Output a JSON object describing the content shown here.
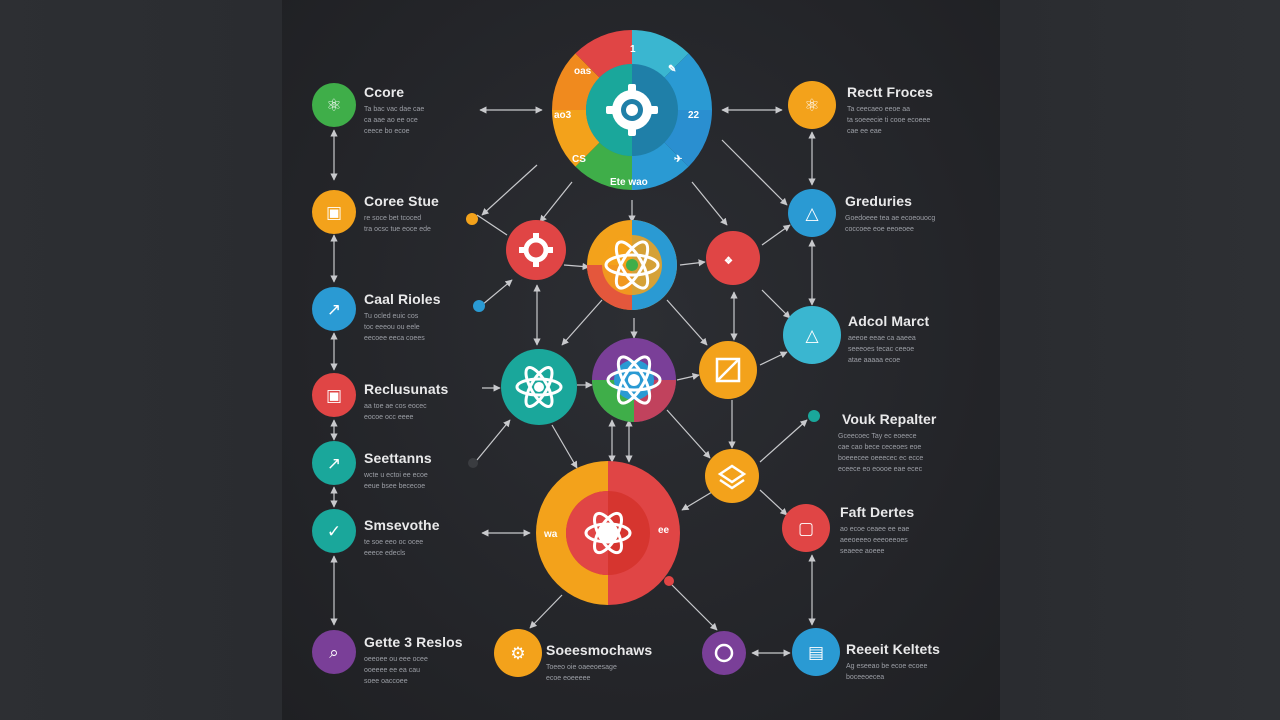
{
  "colors": {
    "red": "#e04545",
    "orange": "#f3a21b",
    "blue": "#2a9ad3",
    "teal": "#1aa79b",
    "green": "#3fae49",
    "purple": "#7a3f98",
    "cyan": "#3ab6d0",
    "arrow": "#c8c9cc"
  },
  "top_wheel": {
    "labels": [
      "1",
      "22",
      "ao3",
      "CS",
      "Ete wao",
      "oas"
    ]
  },
  "bottom_wheel": {
    "labels": [
      "wa",
      "ee"
    ]
  },
  "left_items": [
    {
      "title": "Ccore",
      "desc": [
        "Ta bac vac dae cae",
        "ca aae ao ee oce",
        "ceece bo ecoe"
      ],
      "icon": "atom-icon",
      "color": "#3fae49"
    },
    {
      "title": "Coree Stue",
      "desc": [
        "re soce bet tcoced",
        "tra ocsc tue eoce ede"
      ],
      "icon": "square-icon",
      "color": "#f3a21b"
    },
    {
      "title": "Caal Rioles",
      "desc": [
        "Tu ocled euic cos",
        "toc eeeou ou eele",
        "eecoee eeca coees"
      ],
      "icon": "chart-icon",
      "color": "#2a9ad3"
    },
    {
      "title": "Reclusunats",
      "desc": [
        "aa toe ae cos eocec",
        "eocoe occ eeee"
      ],
      "icon": "square-icon",
      "color": "#e04545"
    },
    {
      "title": "Seettanns",
      "desc": [
        "wcte u ectoi ee ecoe",
        "eeue bsee bececoe"
      ],
      "icon": "chart-icon",
      "color": "#1aa79b"
    },
    {
      "title": "Smsevothe",
      "desc": [
        "te soe eeo oc ocee",
        "eeece edecls"
      ],
      "icon": "check-icon",
      "color": "#1aa79b"
    },
    {
      "title": "Gette 3 Reslos",
      "desc": [
        "oeeoee ou eee ocee",
        "ooeeee ee ea cau",
        "soee oaccoee"
      ],
      "icon": "search-icon",
      "color": "#7a3f98"
    }
  ],
  "right_items": [
    {
      "title": "Rectt Froces",
      "desc": [
        "Ta ceecaeo eeoe aa",
        "ta soeeecie ti cooe ecoeee",
        "cae ee eae"
      ],
      "icon": "atom-icon",
      "color": "#f3a21b"
    },
    {
      "title": "Greduries",
      "desc": [
        "Goedoeee tea ae ecoeouocg",
        "coccoee eoe eeoeoee"
      ],
      "icon": "triangle-icon",
      "color": "#2a9ad3"
    },
    {
      "title": "Adcol Marct",
      "desc": [
        "aeeoe eeae ca aaeea",
        "seeeoes tecac ceeoe",
        "atae aaaaa ecoe"
      ],
      "icon": "triangle-icon",
      "color": "#3ab6d0"
    },
    {
      "title": "Vouk Repalter",
      "desc": [
        "Gceecoec Tay ec eoeece",
        "cae cao bece ceceoes eoe",
        "boeeecee oeeecec ec ecce",
        "eceece eo eoooe eae ecec"
      ],
      "icon": "dot-icon",
      "color": "#1aa79b"
    },
    {
      "title": "Faft Dertes",
      "desc": [
        "ao ecoe ceaee ee eae",
        "aeeoeeeo eeeoeeoes",
        "seaeee aoeee"
      ],
      "icon": "camera-icon",
      "color": "#e04545"
    },
    {
      "title": "Reeeit Keltets",
      "desc": [
        "Ag eseeao be ecoe ecoee",
        "boceeoecea"
      ],
      "icon": "document-icon",
      "color": "#2a9ad3"
    }
  ],
  "bottom_center_item": {
    "title": "Soeesmochaws",
    "desc": [
      "Toeeo oie oaeeoesage",
      "ecoe eoeeeee"
    ],
    "icon": "gear-icon",
    "color": "#f3a21b"
  }
}
